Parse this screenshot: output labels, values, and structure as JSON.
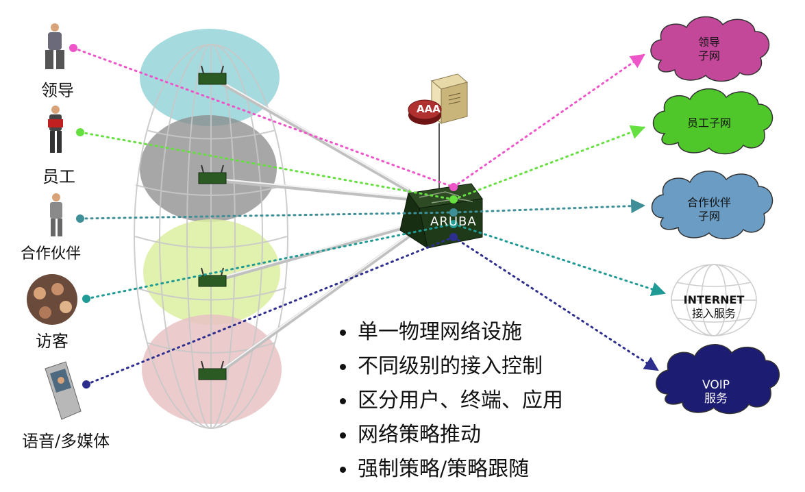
{
  "colors": {
    "leader": "#ee55c8",
    "employee": "#66e040",
    "partner": "#3f8f98",
    "guest": "#1f9a94",
    "voice": "#2e2e8e"
  },
  "users": [
    {
      "label": "领导",
      "icon": "leader-person-icon"
    },
    {
      "label": "员工",
      "icon": "employee-person-icon"
    },
    {
      "label": "合作伙伴",
      "icon": "partner-person-icon"
    },
    {
      "label": "访客",
      "icon": "guests-photo-icon"
    },
    {
      "label": "语音/多媒体",
      "icon": "mobile-phone-icon"
    }
  ],
  "aaa_label": "AAA",
  "switch_label": "ARUBA",
  "subnets": [
    {
      "line1": "领导",
      "line2": "子网",
      "color": "#c4489a"
    },
    {
      "line1": "员工子网",
      "line2": "",
      "color": "#4fc62a"
    },
    {
      "line1": "合作伙伴",
      "line2": "子网",
      "color": "#6b9dc4"
    },
    {
      "line1": "INTERNET",
      "line2": "接入服务",
      "color": "#ffffff"
    },
    {
      "line1": "VOIP",
      "line2": "服务",
      "color": "#1c1c72"
    }
  ],
  "bullets": [
    "单一物理网络设施",
    "不同级别的接入控制",
    "区分用户、终端、应用",
    "网络策略推动",
    "强制策略/策略跟随"
  ]
}
